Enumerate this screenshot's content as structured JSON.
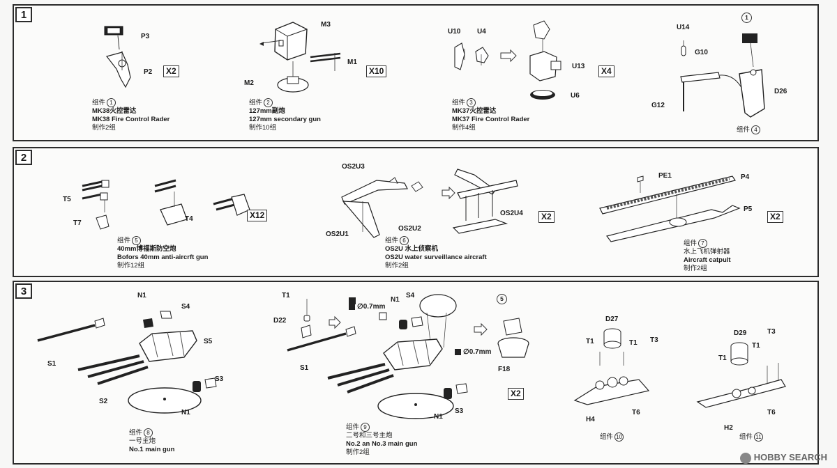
{
  "steps": [
    {
      "number": "1"
    },
    {
      "number": "2"
    },
    {
      "number": "3"
    }
  ],
  "parts": {
    "p3": "P3",
    "p2": "P2",
    "m3": "M3",
    "m1": "M1",
    "m2": "M2",
    "u10": "U10",
    "u4": "U4",
    "u13": "U13",
    "u6": "U6",
    "u14": "U14",
    "g10": "G10",
    "g12": "G12",
    "d26": "D26",
    "c1": "1",
    "t5": "T5",
    "t7": "T7",
    "t4": "T4",
    "os2u3": "OS2U3",
    "os2u1": "OS2U1",
    "os2u2": "OS2U2",
    "os2u4": "OS2U4",
    "pe1": "PE1",
    "p4": "P4",
    "p5": "P5",
    "n1a": "N1",
    "s4a": "S4",
    "s5": "S5",
    "s1a": "S1",
    "s3a": "S3",
    "s2": "S2",
    "n1b": "N1",
    "t1a": "T1",
    "d22": "D22",
    "drill1": "∅0.7mm",
    "n1c": "N1",
    "s4b": "S4",
    "c5": "5",
    "drill2": "∅0.7mm",
    "f18": "F18",
    "s1b": "S1",
    "n1d": "N1",
    "s3b": "S3",
    "d27": "D27",
    "t1b": "T1",
    "t1c": "T1",
    "t3a": "T3",
    "h4": "H4",
    "t6a": "T6",
    "d29": "D29",
    "t3b": "T3",
    "t1d": "T1",
    "t1e": "T1",
    "h2": "H2",
    "t6b": "T6"
  },
  "quantities": {
    "q1": "X2",
    "q2": "X10",
    "q3": "X4",
    "q5": "X12",
    "q6": "X2",
    "q7": "X2",
    "q9": "X2"
  },
  "captions": {
    "c1": {
      "prefix": "组件",
      "num": "1",
      "cn": "MK38火控雷达",
      "en": "MK38 Fire Control Rader",
      "make": "制作2组"
    },
    "c2": {
      "prefix": "组件",
      "num": "2",
      "cn": "127mm副炮",
      "en": "127mm secondary gun",
      "make": "制作10组"
    },
    "c3": {
      "prefix": "组件",
      "num": "3",
      "cn": "MK37火控雷达",
      "en": "MK37 Fire Control Rader",
      "make": "制作4组"
    },
    "c4": {
      "prefix": "组件",
      "num": "4"
    },
    "c5": {
      "prefix": "组件",
      "num": "5",
      "cn": "40mm博福斯防空炮",
      "en": "Bofors 40mm anti-aircrft gun",
      "make": "制作12组"
    },
    "c6": {
      "prefix": "组件",
      "num": "6",
      "cn": "OS2U 水上侦察机",
      "en": "OS2U water surveillance aircraft",
      "make": "制作2组"
    },
    "c7": {
      "prefix": "组件",
      "num": "7",
      "cn": "水上飞机弹射器",
      "en": "Aircraft catpult",
      "make": "制作2组"
    },
    "c8": {
      "prefix": "组件",
      "num": "8",
      "cn": "一号主炮",
      "en": "No.1 main gun"
    },
    "c9": {
      "prefix": "组件",
      "num": "9",
      "cn": "二号和三号主炮",
      "en": "No.2 an No.3 main gun",
      "make": "制作2组"
    },
    "c10": {
      "prefix": "组件",
      "num": "10"
    },
    "c11": {
      "prefix": "组件",
      "num": "11"
    }
  },
  "watermark": "HOBBY SEARCH",
  "colors": {
    "ink": "#1a1a1a",
    "frame": "#2b2b2b",
    "paper": "#fbfbfa"
  }
}
